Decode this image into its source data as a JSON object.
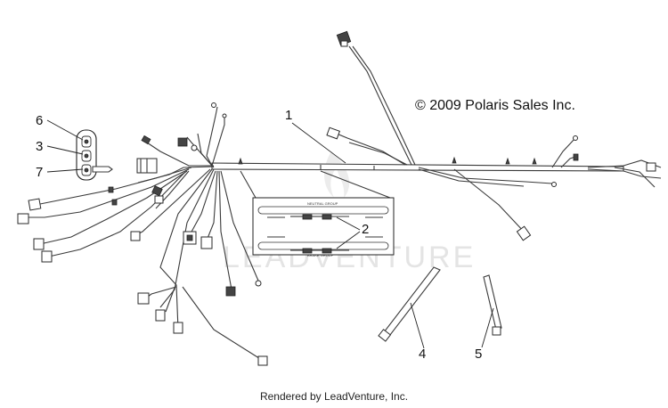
{
  "copyright": "© 2009 Polaris Sales Inc.",
  "footer": "Rendered by LeadVenture, Inc.",
  "watermark": "LEADVENTURE",
  "inset_labels": {
    "top": "NEUTRAL GROUP",
    "bottom": "BRAKE GROUP"
  },
  "callouts": [
    {
      "id": "1",
      "text": "1"
    },
    {
      "id": "2",
      "text": "2"
    },
    {
      "id": "3",
      "text": "3"
    },
    {
      "id": "4",
      "text": "4"
    },
    {
      "id": "5",
      "text": "5"
    },
    {
      "id": "6",
      "text": "6"
    },
    {
      "id": "7",
      "text": "7"
    }
  ]
}
